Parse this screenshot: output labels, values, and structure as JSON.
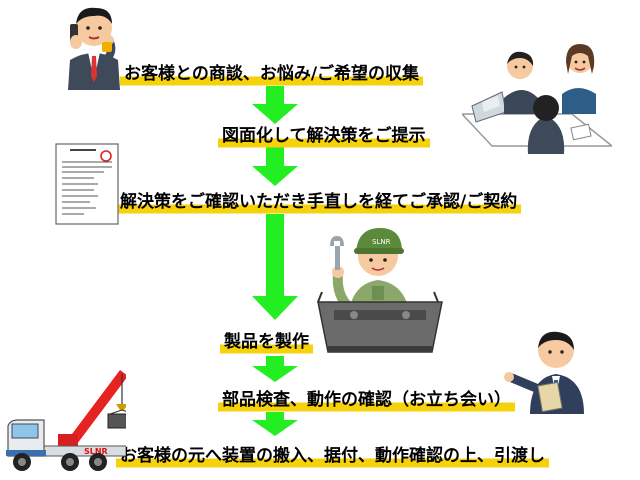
{
  "flow": {
    "steps": [
      "お客様との商談、お悩み/ご希望の収集",
      "図面化して解決策をご提示",
      "解決策をご確認いただき手直しを経てご承認/ご契約",
      "製品を製作",
      "部品検査、動作の確認（お立ち会い）",
      "お客様の元へ装置の搬入、据付、動作確認の上、引渡し"
    ],
    "arrow_color": "#22ee22",
    "highlight_color": "#f7d20c"
  },
  "illustrations": {
    "phone_man": "businessman-phone-illustration",
    "meeting": "business-meeting-illustration",
    "document": "contract-document-illustration",
    "worker": "factory-worker-illustration",
    "inspector": "inspector-clipboard-illustration",
    "truck": "crane-truck-illustration",
    "truck_text": "SLNR"
  }
}
